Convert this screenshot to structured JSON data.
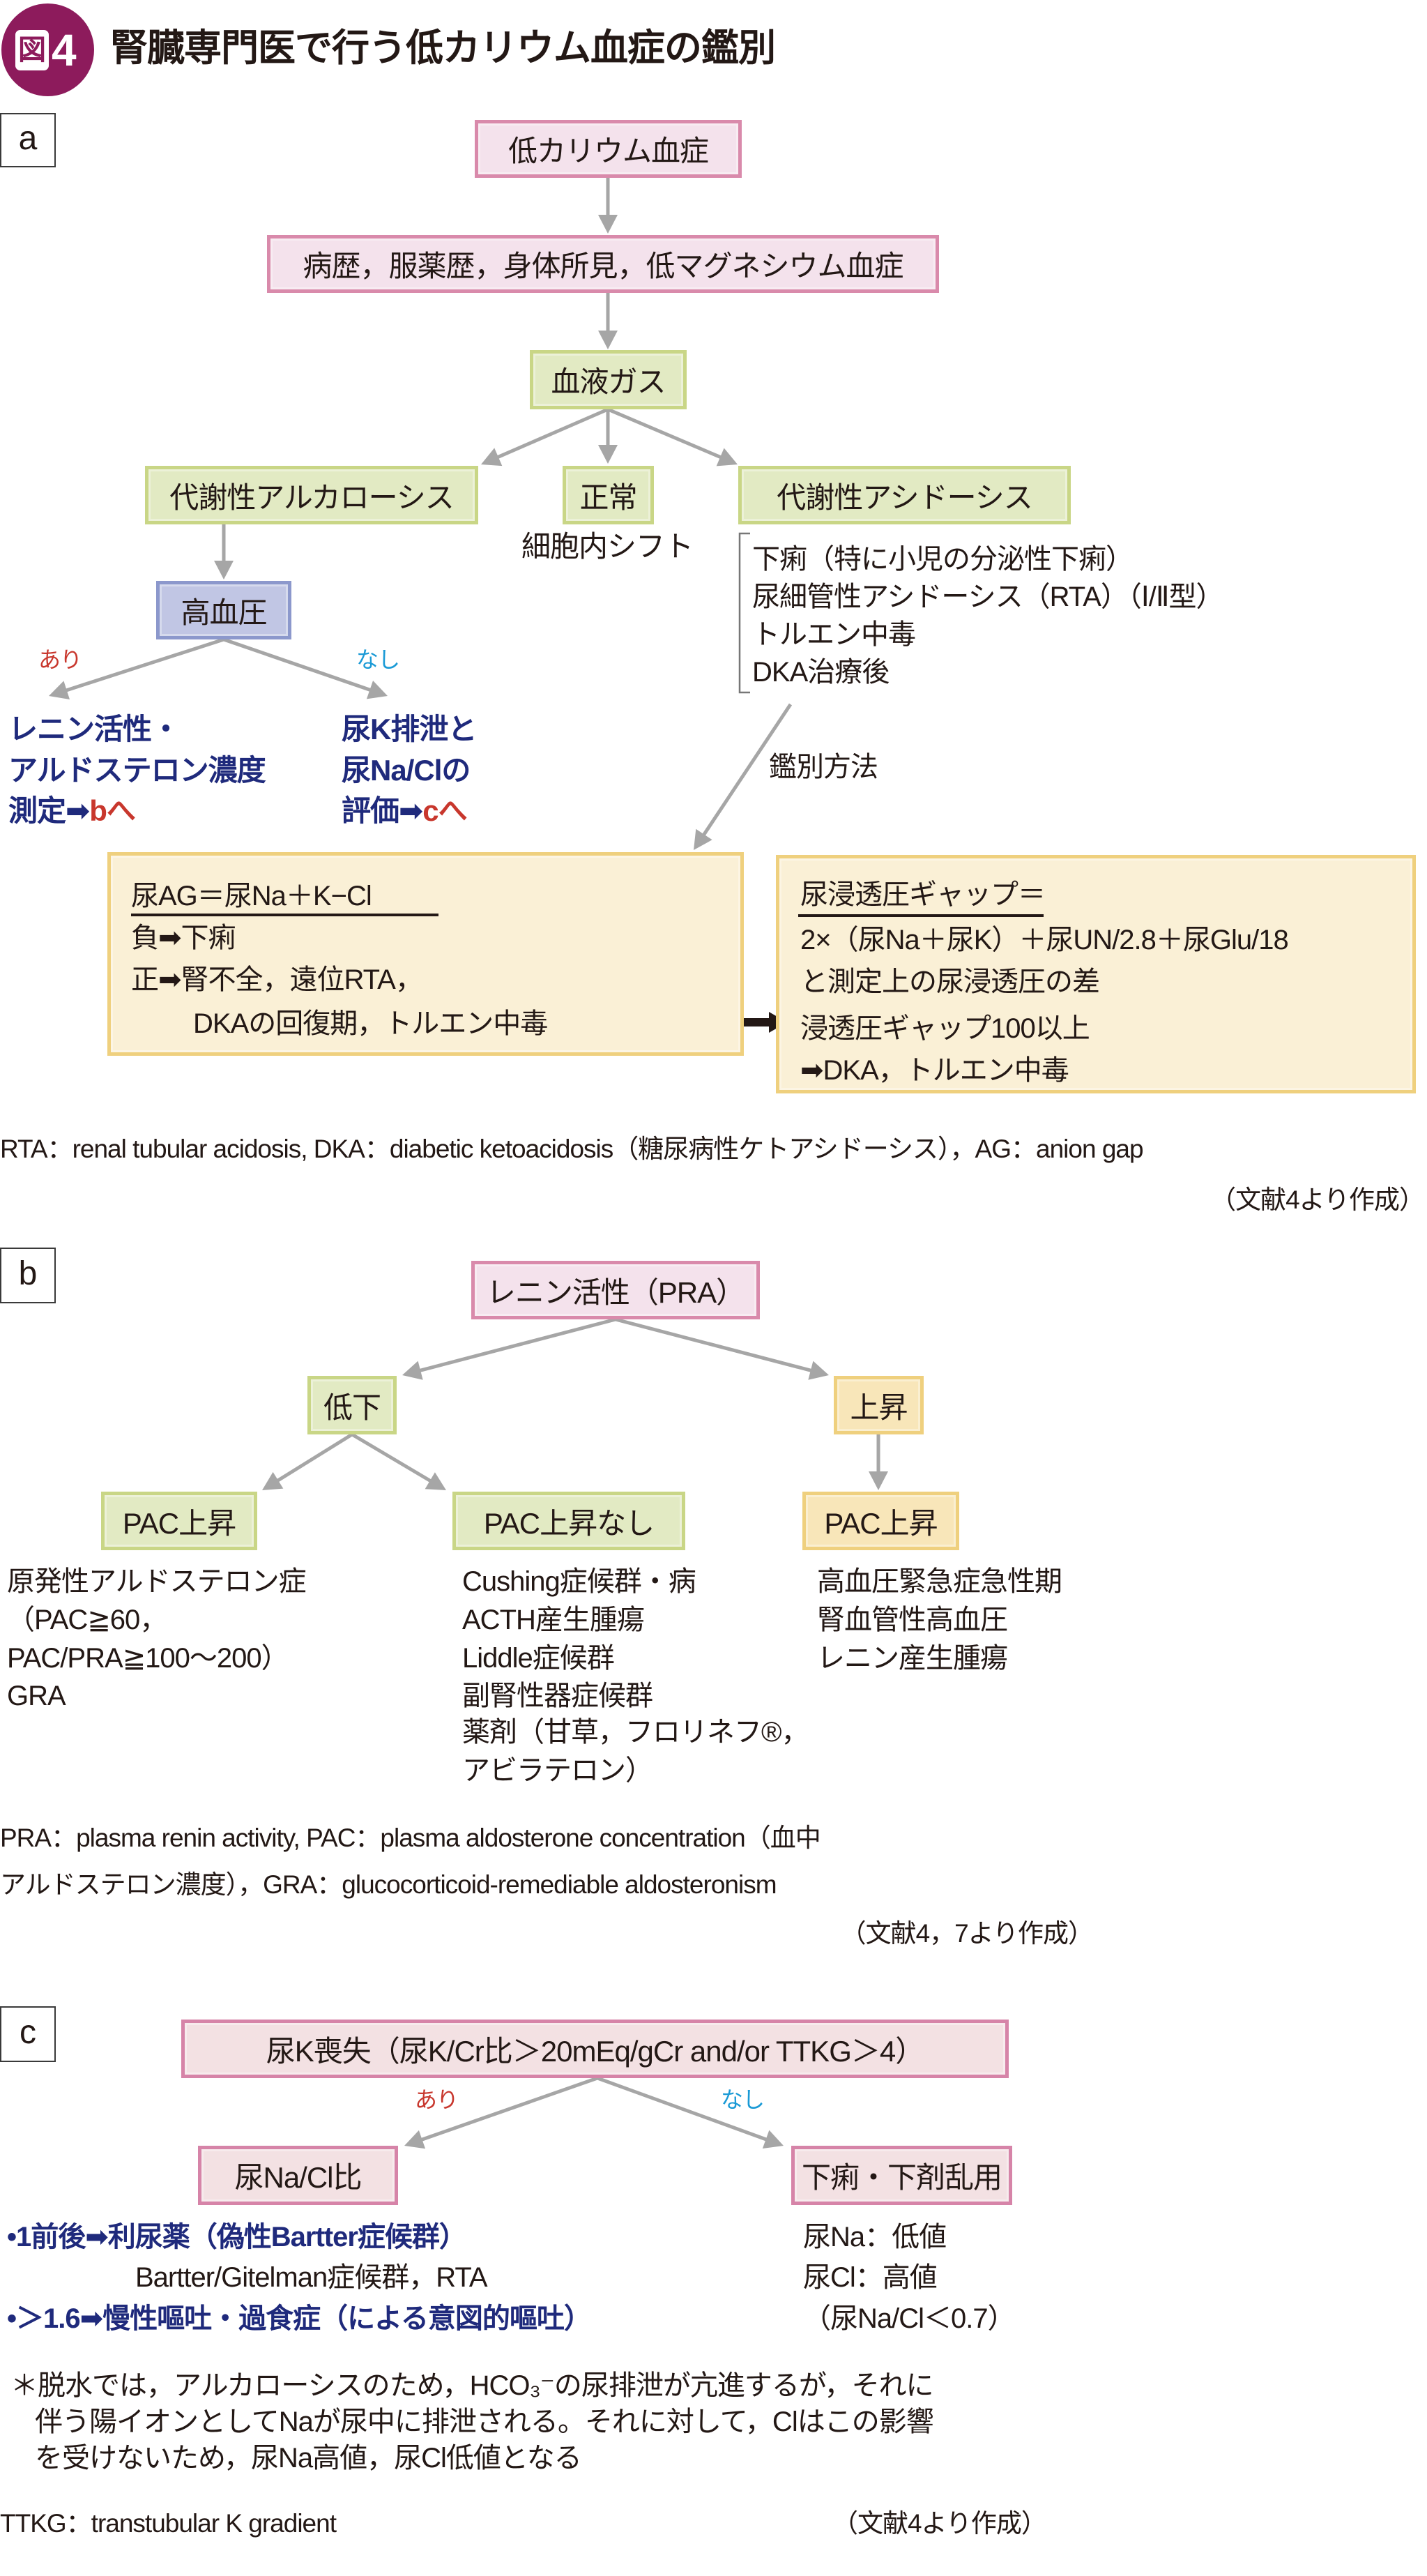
{
  "header": {
    "badge_label": "図",
    "badge_number": "4",
    "title": "腎臓専門医で行う低カリウム血症の鑑別"
  },
  "colors": {
    "ink": "#231815",
    "navy": "#1f2a7c",
    "red": "#c8372d",
    "sky": "#1a9ad6",
    "arrow": "#a6a6a6",
    "badge": "#8d1b5c"
  },
  "panel_a": {
    "label": "a",
    "nodes": {
      "hypokalemia": "低カリウム血症",
      "history": "病歴，服薬歴，身体所見，低マグネシウム血症",
      "blood_gas": "血液ガス",
      "alkalosis": "代謝性アルカローシス",
      "normal": "正常",
      "acidosis": "代謝性アシドーシス",
      "hypertension": "高血圧"
    },
    "normal_note": "細胞内シフト",
    "acidosis_causes": [
      "下痢（特に小児の分泌性下痢）",
      "尿細管性アシドーシス（RTA）（Ⅰ/Ⅱ型）",
      "トルエン中毒",
      "DKA治療後"
    ],
    "branch_yes": "あり",
    "branch_no": "なし",
    "yes_result": {
      "lines": [
        "レニン活性・",
        "アルドステロン濃度"
      ],
      "last_prefix": "測定",
      "arrow": "➡",
      "target": "bへ"
    },
    "no_result": {
      "lines": [
        "尿K排泄と",
        "尿Na/Clの"
      ],
      "last_prefix": "評価",
      "arrow": "➡",
      "target": "cへ"
    },
    "method_label": "鑑別方法",
    "anion_gap_box": {
      "title": "尿AG＝尿Na＋K−Cl",
      "lines": [
        "負➡下痢",
        "正➡腎不全，遠位RTA，",
        "DKAの回復期，トルエン中毒"
      ]
    },
    "osmolal_gap_box": {
      "title": "尿浸透圧ギャップ＝",
      "lines": [
        "2×（尿Na＋尿K）＋尿UN/2.8＋尿Glu/18",
        "と測定上の尿浸透圧の差",
        "浸透圧ギャップ100以上",
        "➡DKA，トルエン中毒"
      ]
    },
    "footnote": "RTA：renal tubular acidosis, DKA：diabetic ketoacidosis（糖尿病性ケトアシドーシス），AG：anion gap",
    "source": "（文献4より作成）"
  },
  "panel_b": {
    "label": "b",
    "nodes": {
      "pra": "レニン活性（PRA）",
      "low": "低下",
      "high": "上昇",
      "pac_up_low": "PAC上昇",
      "pac_not_up": "PAC上昇なし",
      "pac_up_high": "PAC上昇"
    },
    "list_pac_up_low": [
      "原発性アルドステロン症",
      "（PAC≧60，",
      "PAC/PRA≧100～200）",
      "GRA"
    ],
    "list_pac_not_up": [
      "Cushing症候群・病",
      "ACTH産生腫瘍",
      "Liddle症候群",
      "副腎性器症候群",
      "薬剤（甘草，フロリネフ®，",
      "アビラテロン）"
    ],
    "list_pac_up_high": [
      "高血圧緊急症急性期",
      "腎血管性高血圧",
      "レニン産生腫瘍"
    ],
    "footnote": [
      "PRA：plasma renin activity, PAC：plasma aldosterone concentration（血中",
      "アルドステロン濃度），GRA：glucocorticoid-remediable aldosteronism"
    ],
    "source": "（文献4，7より作成）"
  },
  "panel_c": {
    "label": "c",
    "nodes": {
      "urine_k_loss": "尿K喪失（尿K/Cr比＞20mEq/gCr and/or TTKG＞4）",
      "na_cl_ratio": "尿Na/Cl比",
      "diarrhea": "下痢・下剤乱用"
    },
    "branch_yes": "あり",
    "branch_no": "なし",
    "na_cl_results": [
      "•1前後➡利尿薬（偽性Bartter症候群）",
      "Bartter/Gitelman症候群，RTA",
      "•＞1.6➡慢性嘔吐・過食症（による意図的嘔吐）"
    ],
    "diarrhea_results": [
      "尿Na：低値",
      "尿Cl：高値",
      "（尿Na/Cl＜0.7）"
    ],
    "note": [
      "＊脱水では，アルカローシスのため，HCO₃⁻の尿排泄が亢進するが，それに",
      "伴う陽イオンとしてNaが尿中に排泄される。それに対して，Clはこの影響",
      "を受けないため，尿Na高値，尿Cl低値となる"
    ],
    "footnote": "TTKG：transtubular K gradient",
    "source": "（文献4より作成）"
  }
}
